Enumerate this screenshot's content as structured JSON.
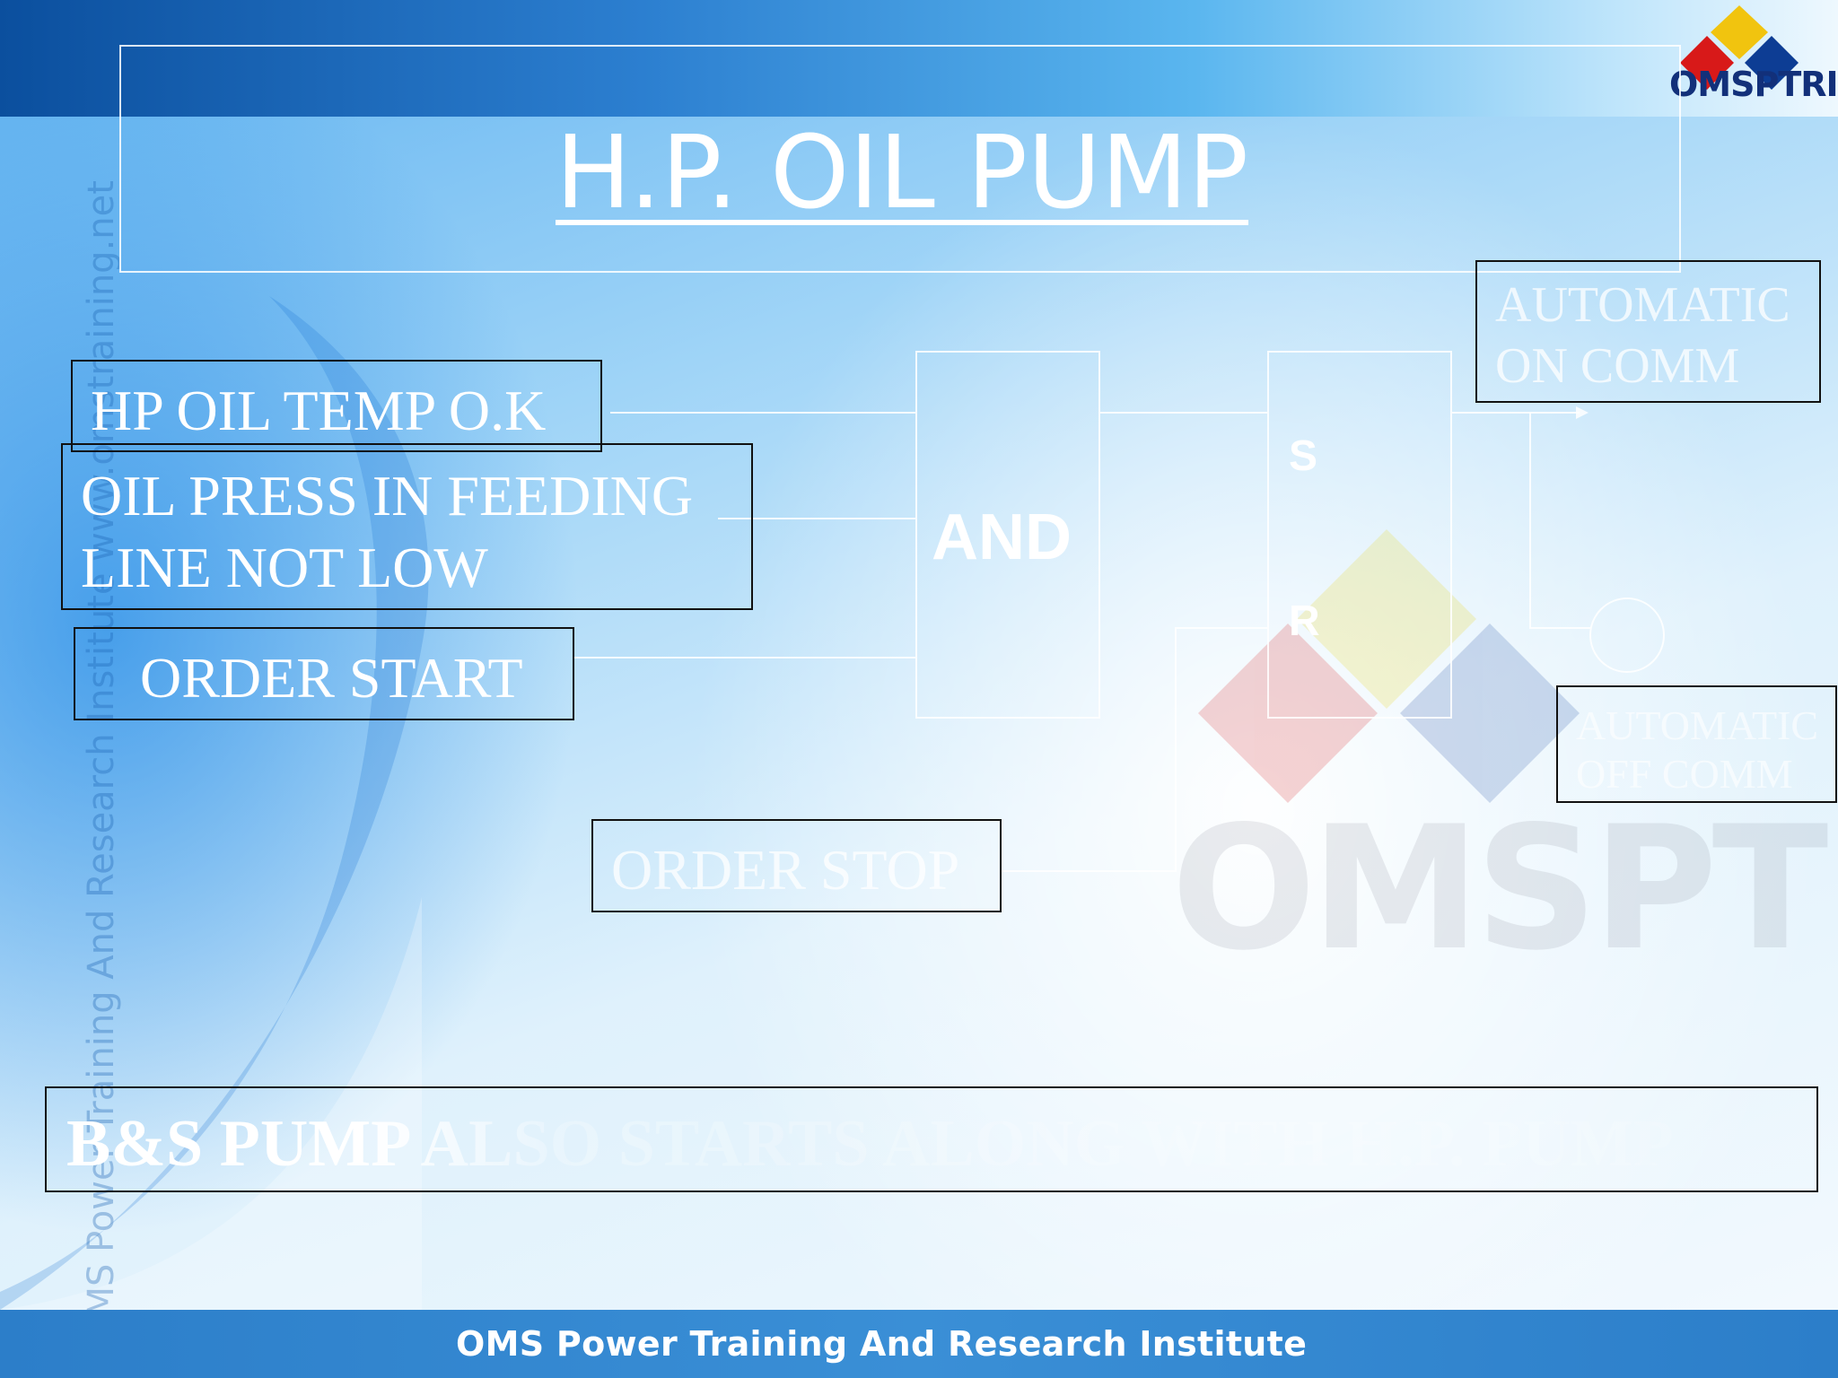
{
  "title": "H.P. OIL PUMP",
  "logo_text": "OMSPTRI",
  "watermark_text": "OMSPTRI",
  "side_text": "OMS Power Training And Research Institute  www.omstraining.net",
  "footer_text": "OMS Power Training And Research Institute",
  "inputs": {
    "hp_oil_temp": "HP OIL TEMP O.K",
    "oil_press_line1": "OIL PRESS IN FEEDING",
    "oil_press_line2": "LINE NOT LOW",
    "order_start": "ORDER START",
    "order_stop": "ORDER STOP"
  },
  "gates": {
    "and_label": "AND",
    "set_label": "S",
    "reset_label": "R"
  },
  "outputs": {
    "auto_on_line1": "AUTOMATIC",
    "auto_on_line2": "ON COMM",
    "auto_off_line1": "AUTOMATIC",
    "auto_off_line2": "OFF COMM"
  },
  "note": "B&S PUMP ALSO STARTS ALONG WITH H.P. PUMP",
  "colors": {
    "footer": "#2c7ec9",
    "topbar": "#0b4f9e",
    "text": "#ffffff",
    "logo_navy": "#12307a"
  }
}
